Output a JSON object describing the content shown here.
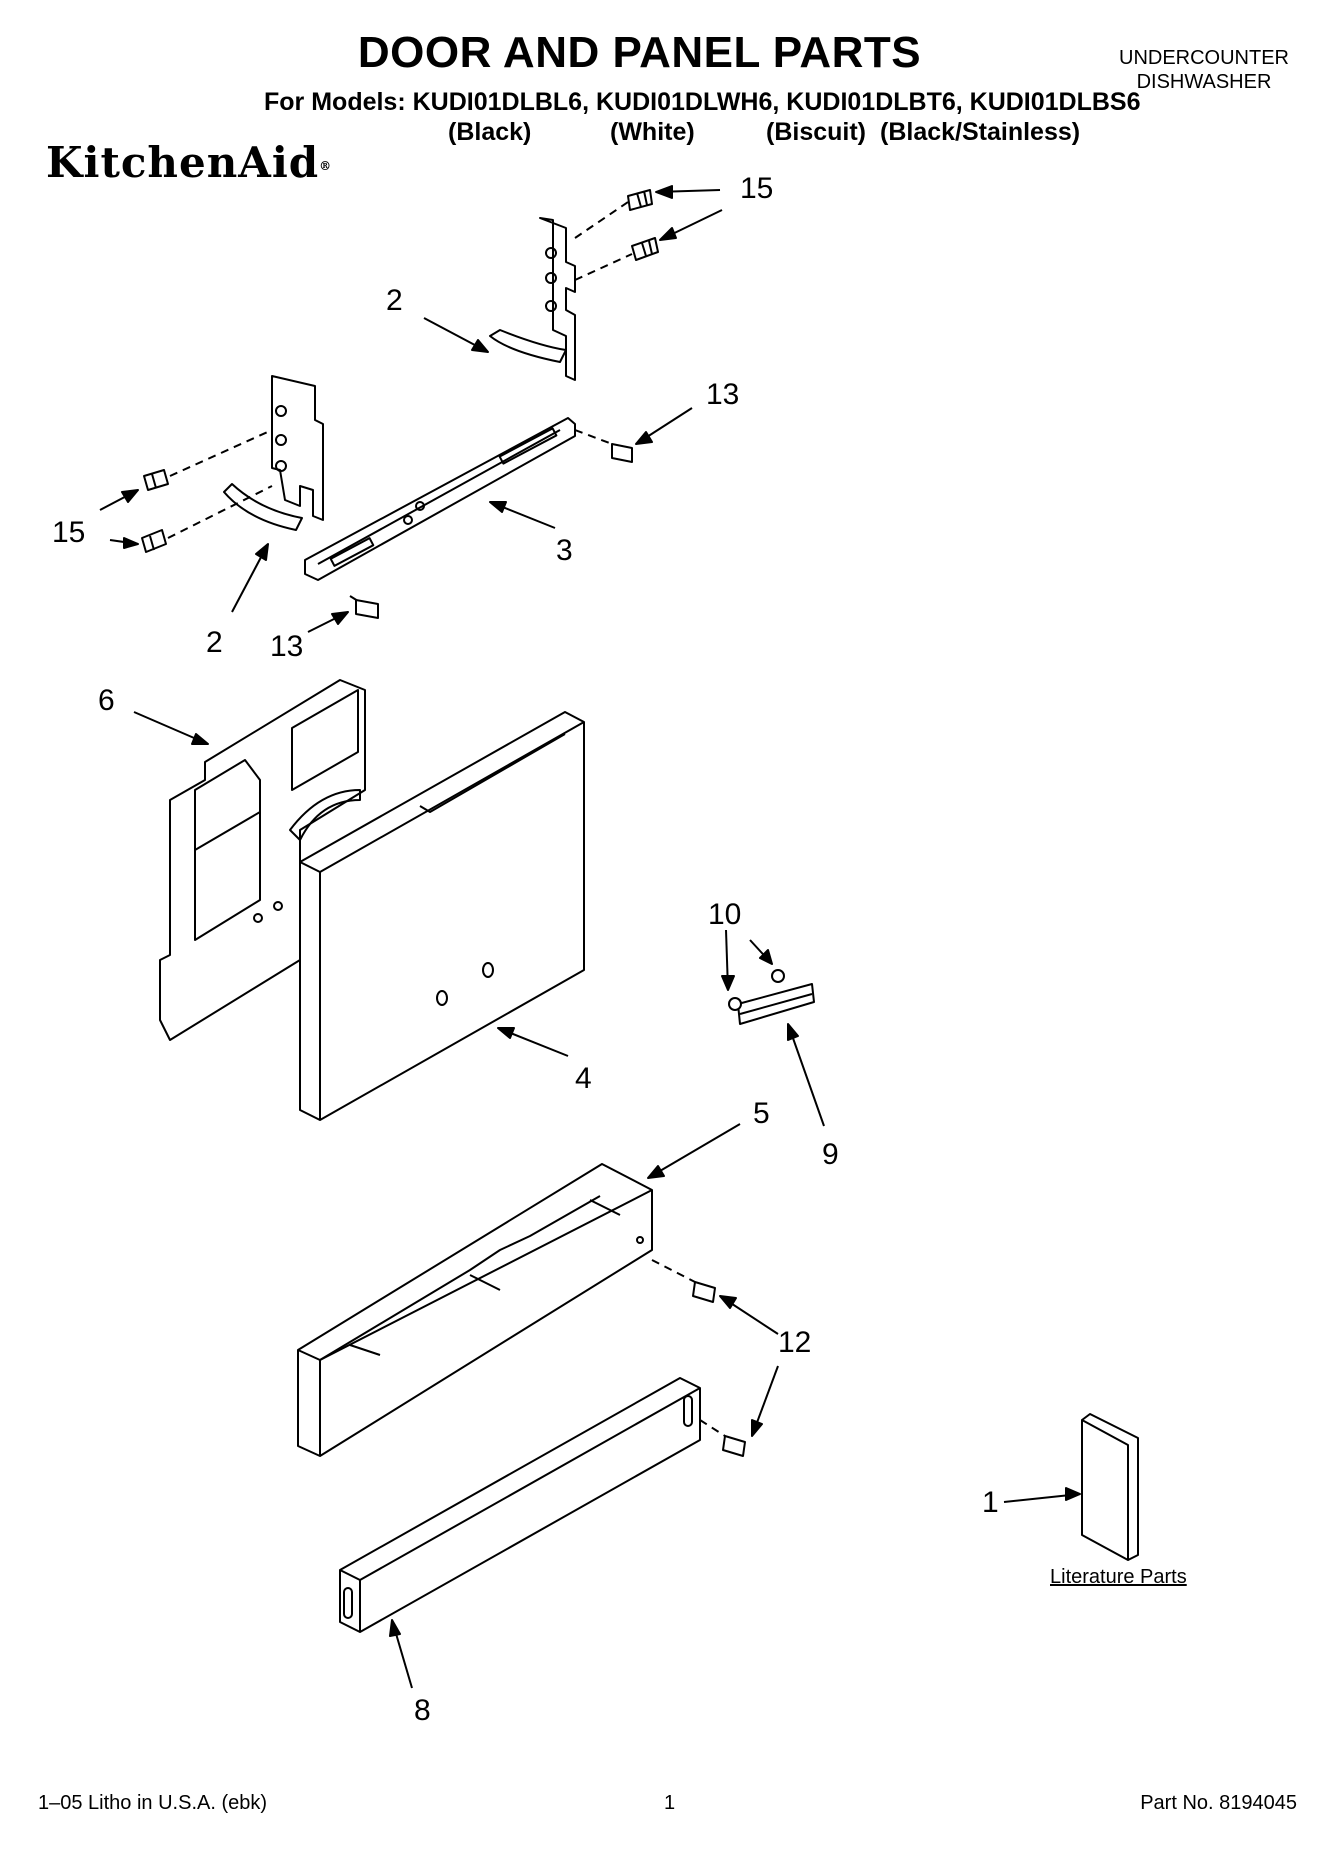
{
  "header": {
    "title": "DOOR AND PANEL PARTS",
    "models_line": "For Models: KUDI01DLBL6, KUDI01DLWH6, KUDI01DLBT6, KUDI01DLBS6",
    "colors": [
      "(Black)",
      "(White)",
      "(Biscuit)",
      "(Black/Stainless)"
    ],
    "brand": "KitchenAid",
    "product_type_line1": "UNDERCOUNTER",
    "product_type_line2": "DISHWASHER"
  },
  "callouts": {
    "c15a": "15",
    "c15b": "15",
    "c2a": "2",
    "c2b": "2",
    "c13a": "13",
    "c13b": "13",
    "c3": "3",
    "c6": "6",
    "c4": "4",
    "c10": "10",
    "c9": "9",
    "c5": "5",
    "c12": "12",
    "c1": "1",
    "c8": "8"
  },
  "literature_label": "Literature Parts",
  "footer": {
    "left": "1–05 Litho in U.S.A. (ebk)",
    "center": "1",
    "right": "Part No. 8194045"
  }
}
